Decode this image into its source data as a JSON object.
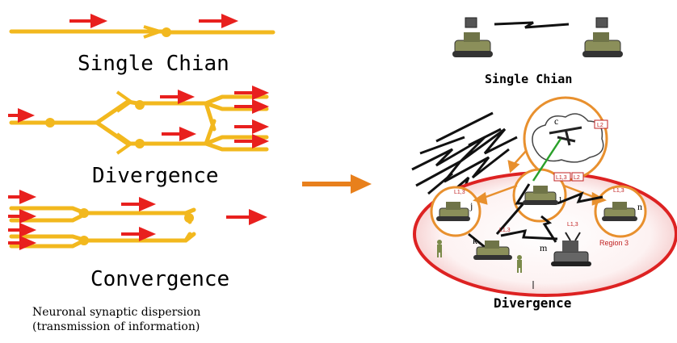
{
  "left": {
    "single_label": "Single Chian",
    "divergence_label": "Divergence",
    "convergence_label": "Convergence",
    "caption_line1": "Neuronal synaptic dispersion",
    "caption_line2": "(transmission of information)"
  },
  "right": {
    "single_label": "Single Chian",
    "divergence_label": "Divergence",
    "region_label": "Region 3",
    "node_labels": {
      "c": "c",
      "j": "j",
      "l": "l",
      "n": "n",
      "k": "k",
      "m": "m"
    },
    "link_tags": {
      "l2_top": "L2",
      "l13_center": "L1,3",
      "l2_center": "L2",
      "l13_left": "L1,3",
      "l13_right": "L1,3",
      "l13_mid": "L1,3",
      "l13_bottom": "L1,3"
    }
  },
  "colors": {
    "axon": "#f2b81e",
    "arrow": "#e8201e",
    "flow_arrow": "#e8801c",
    "circle": "#e8902e",
    "region": "#dd2222",
    "link": "#111111",
    "green_link": "#2aa02a"
  }
}
